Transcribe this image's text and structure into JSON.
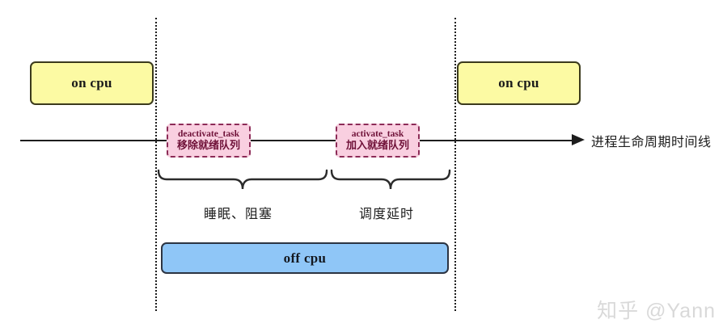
{
  "diagram": {
    "title_label": "进程生命周期时间线",
    "timeline": {
      "label": "进程生命周期时间线",
      "arrow_icon": "arrow-right-icon"
    },
    "states": [
      {
        "id": "on-cpu-left",
        "label": "on cpu",
        "fill": "#fcfaa3",
        "border": "#3b3a1c"
      },
      {
        "id": "on-cpu-right",
        "label": "on cpu",
        "fill": "#fcfaa3",
        "border": "#3b3a1c"
      },
      {
        "id": "off-cpu",
        "label": "off cpu",
        "fill": "#8fc6f7",
        "border": "#2c3442"
      }
    ],
    "events": [
      {
        "id": "deactivate",
        "function": "deactivate_task",
        "description": "移除就绪队列",
        "fill": "#f9cfe0",
        "border": "#8c2b57"
      },
      {
        "id": "activate",
        "function": "activate_task",
        "description": "加入就绪队列",
        "fill": "#f9cfe0",
        "border": "#8c2b57"
      }
    ],
    "intervals": [
      {
        "id": "sleep-block",
        "label": "睡眠、阻塞"
      },
      {
        "id": "schedule-latency",
        "label": "调度延时"
      }
    ],
    "dividers": [
      {
        "id": "divider-left",
        "style": "dotted"
      },
      {
        "id": "divider-right",
        "style": "dotted"
      }
    ],
    "watermark": "知乎 @Yann"
  }
}
